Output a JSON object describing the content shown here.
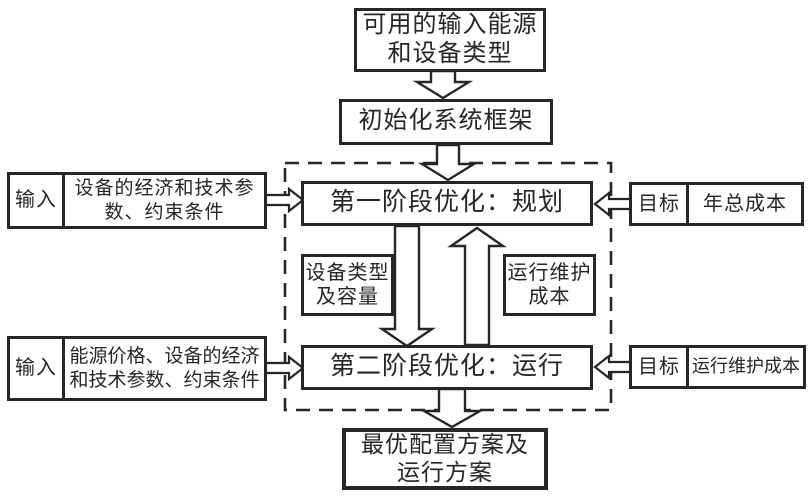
{
  "diagram": {
    "background": "#ffffff",
    "line_color": "#262626",
    "nodes": {
      "available_energy": {
        "lines": [
          "可用的输入能源",
          "和设备类型"
        ]
      },
      "init_system": {
        "label": "初始化系统框架"
      },
      "stage1": {
        "label": "第一阶段优化：规划"
      },
      "stage2": {
        "label": "第二阶段优化：运行"
      },
      "device_capacity": {
        "lines": [
          "设备类型",
          "及容量"
        ]
      },
      "om_cost_mid": {
        "lines": [
          "运行维护",
          "成本"
        ]
      },
      "input_stage1": {
        "label": "输入",
        "lines": [
          "设备的经济和技术参",
          "数、约束条件"
        ]
      },
      "input_stage2": {
        "label": "输入",
        "lines": [
          "能源价格、设备的经济",
          "和技术参数、约束条件"
        ]
      },
      "goal_stage1": {
        "label": "目标",
        "value": "年总成本"
      },
      "goal_stage2": {
        "label": "目标",
        "value": "运行维护成本"
      },
      "output": {
        "lines": [
          "最优配置方案及",
          "运行方案"
        ]
      }
    }
  }
}
